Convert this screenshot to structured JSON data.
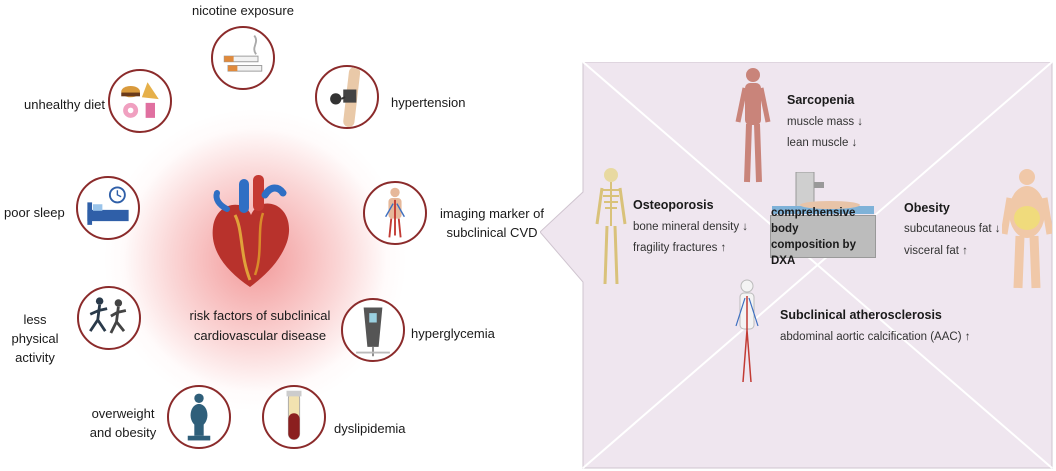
{
  "left": {
    "center_lines": [
      "risk factors of subclinical",
      "cardiovascular disease"
    ],
    "factors": {
      "nicotine": "nicotine exposure",
      "hypertension": "hypertension",
      "imaging": [
        "imaging marker of",
        "subclinical CVD"
      ],
      "hyperglycemia": "hyperglycemia",
      "dyslipidemia": "dyslipidemia",
      "overweight": [
        "overweight",
        "and obesity"
      ],
      "activity": [
        "less physical",
        "activity"
      ],
      "sleep": "poor sleep",
      "diet": "unhealthy diet"
    }
  },
  "right": {
    "center_lines": [
      "comprehensive body",
      "composition by DXA"
    ],
    "sarcopenia": {
      "title": "Sarcopenia",
      "lines": [
        "muscle mass ↓",
        "lean muscle ↓"
      ]
    },
    "osteoporosis": {
      "title": "Osteoporosis",
      "lines": [
        "bone mineral density ↓",
        "fragility fractures ↑"
      ]
    },
    "obesity": {
      "title": "Obesity",
      "lines": [
        "subcutaneous fat ↓",
        "visceral fat ↑"
      ]
    },
    "atherosclerosis": {
      "title": "Subclinical atherosclerosis",
      "lines": [
        "abdominal aortic calcification (AAC) ↑"
      ]
    }
  },
  "colors": {
    "circle_border": "#8b2b2b",
    "panel_bg": "#efe6ef",
    "glow": "#e84646"
  }
}
